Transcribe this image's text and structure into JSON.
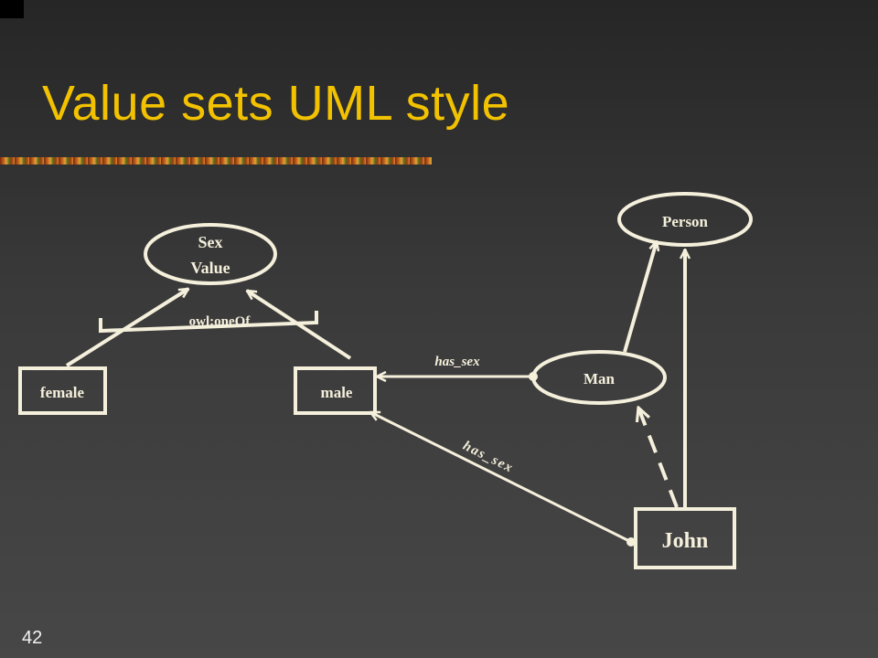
{
  "slide": {
    "title": "Value sets UML style",
    "page_number": "42"
  },
  "diagram": {
    "nodes": {
      "sex_value": {
        "line1": "Sex",
        "line2": "Value",
        "shape": "ellipse"
      },
      "person": {
        "label": "Person",
        "shape": "ellipse"
      },
      "man": {
        "label": "Man",
        "shape": "ellipse"
      },
      "female": {
        "label": "female",
        "shape": "box"
      },
      "male": {
        "label": "male",
        "shape": "box"
      },
      "john": {
        "label": "John",
        "shape": "box"
      }
    },
    "edges": {
      "one_of_label": "owl:oneOf",
      "man_has_sex_label": "has_sex",
      "john_has_sex_label": "has_sex"
    }
  },
  "colors": {
    "title": "#f2c200",
    "stroke": "#f5f0dc"
  }
}
